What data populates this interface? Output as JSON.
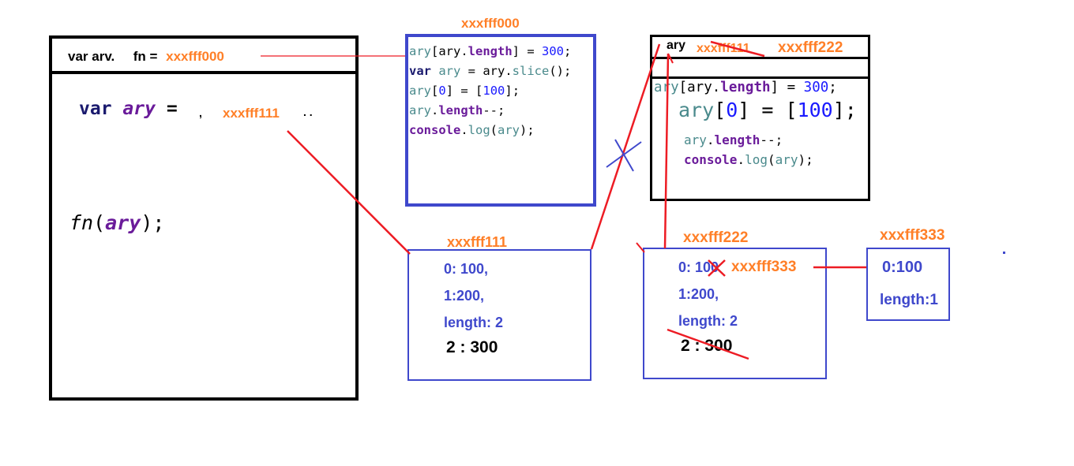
{
  "global_scope": {
    "header": {
      "prefix": "var arv.",
      "fn_label": "fn =",
      "fn_addr": "xxxfff000"
    },
    "var_line": {
      "keyword": "var",
      "name": "ary",
      "equals": "=",
      "tick": ",",
      "addr": "xxxfff111",
      "dots": ". ."
    },
    "call_line": {
      "fn": "fn",
      "open": "(",
      "arg": "ary",
      "close": ");"
    }
  },
  "function_heap": {
    "address": "xxxfff000",
    "code": [
      "ary[ary.length] = 300;",
      "var ary = ary.slice();",
      "ary[0] = [100];",
      "ary.length--;",
      "console.log(ary);"
    ]
  },
  "function_scope": {
    "var_label": "ary",
    "old_addr": "xxxfff111",
    "new_addr": "xxxfff222",
    "code_line1": "ary[ary.length] = 300;",
    "code_line2": "ary[0] = [100];",
    "code_line3": "ary.length--;",
    "code_line4": "console.log(ary);"
  },
  "heap1": {
    "address": "xxxfff111",
    "lines": [
      "0: 100,",
      "1:200,",
      "length: 2"
    ],
    "extra": "2 : 300"
  },
  "heap2": {
    "address": "xxxfff222",
    "line0_prefix": "0: 10",
    "line0_struck": "0",
    "line0_addr": "xxxfff333",
    "lines": [
      "1:200,",
      "length: 2"
    ],
    "extra": "2 : 300"
  },
  "heap3": {
    "address": "xxxfff333",
    "lines": [
      "0:100",
      "length:1"
    ]
  },
  "colors": {
    "box_black": "#000000",
    "box_blue": "#3f48cc",
    "line_red": "#ed1c24",
    "address_orange": "#ff7f27",
    "cross_blue": "#3f48cc"
  }
}
